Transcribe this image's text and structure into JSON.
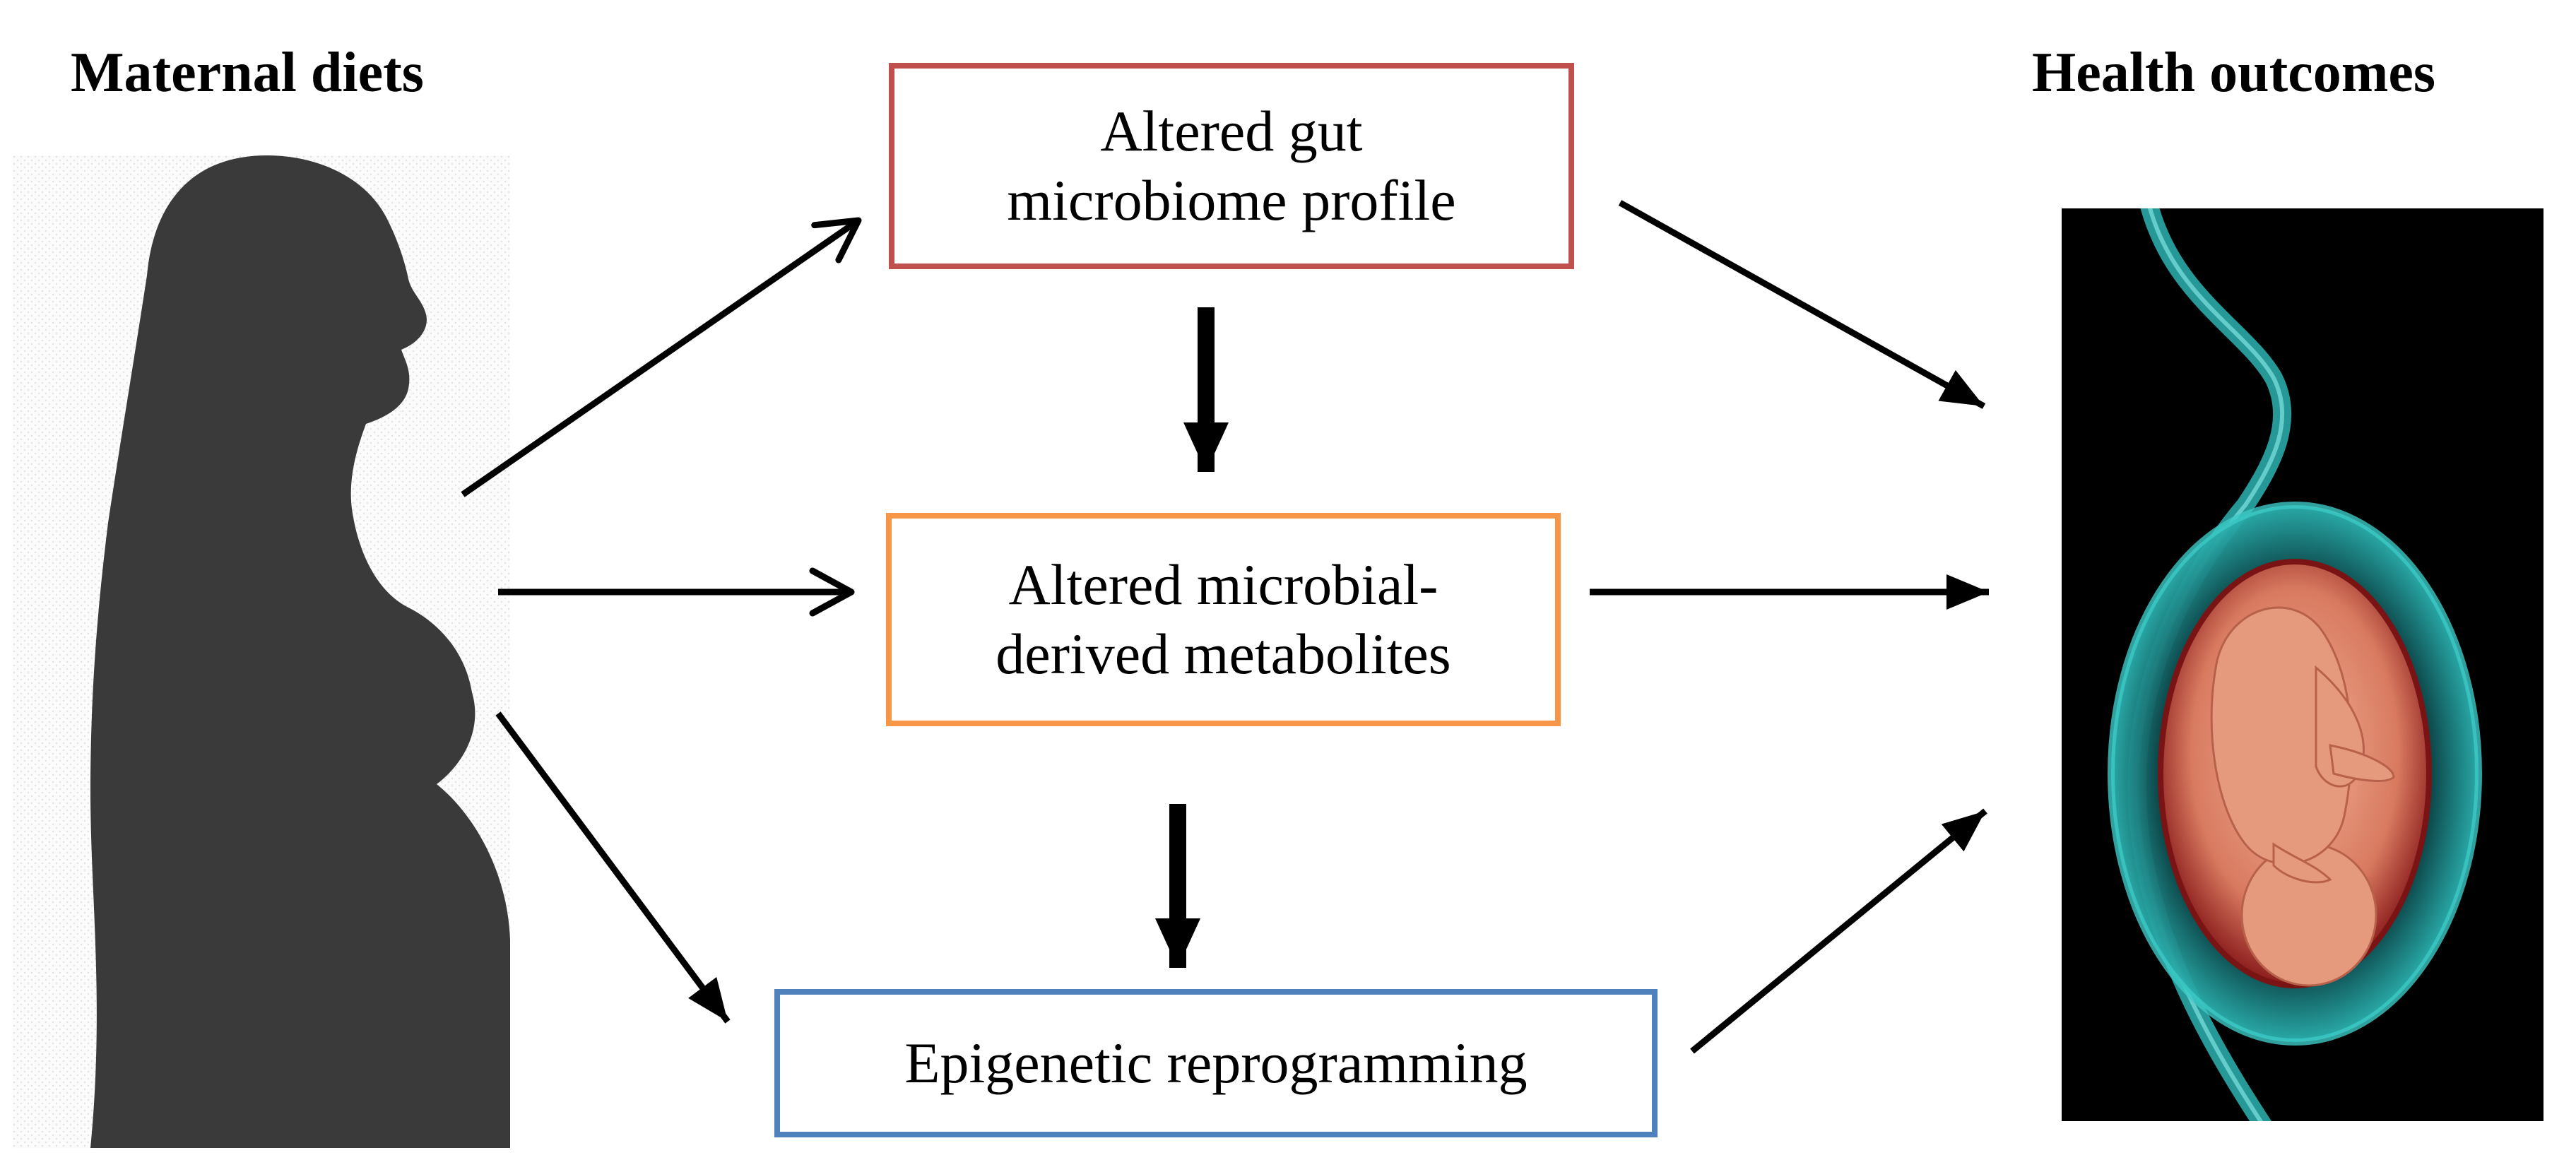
{
  "titles": {
    "left": "Maternal diets",
    "right": "Health outcomes"
  },
  "boxes": {
    "gut": {
      "line1": "Altered gut",
      "line2": "microbiome profile",
      "border_color": "#c0504d"
    },
    "metabolites": {
      "line1": "Altered microbial-",
      "line2": "derived metabolites",
      "border_color": "#f79646"
    },
    "epigenetic": {
      "line1": "Epigenetic reprogramming",
      "border_color": "#4f81bd"
    }
  },
  "colors": {
    "arrow": "#000000",
    "silhouette": "#3a3a3a",
    "womb_glow": "#2bb3b1",
    "fetus": "#e08a6f"
  },
  "icons": {
    "left_figure": "pregnant-woman-silhouette",
    "right_figure": "fetus-in-womb-illustration"
  }
}
